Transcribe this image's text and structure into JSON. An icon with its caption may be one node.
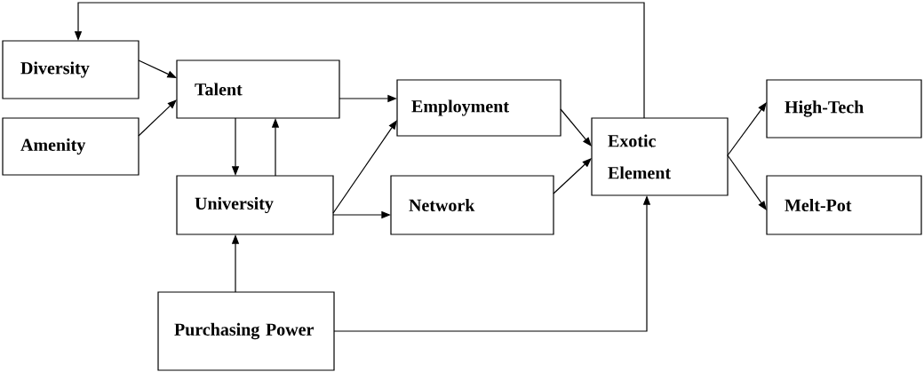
{
  "diagram": {
    "nodes": [
      {
        "text": [
          "Diversity"
        ]
      },
      {
        "text": [
          "Amenity"
        ]
      },
      {
        "text": [
          "Talent"
        ]
      },
      {
        "text": [
          "University"
        ]
      },
      {
        "text": [
          "Employment"
        ]
      },
      {
        "text": [
          "Network"
        ]
      },
      {
        "text": [
          "Exotic Element"
        ]
      },
      {
        "text": [
          "High-Tech"
        ]
      },
      {
        "text": [
          "Melt-Pot"
        ]
      },
      {
        "text": [
          "Purchasing Power"
        ]
      }
    ],
    "edges": [
      {
        "from": 0,
        "to": 2,
        "arrow": "to"
      },
      {
        "from": 1,
        "to": 2,
        "arrow": "to"
      },
      {
        "from": 2,
        "to": 3,
        "arrow": "to"
      },
      {
        "from": 3,
        "to": 2,
        "arrow": "to"
      },
      {
        "from": 2,
        "to": 4,
        "arrow": "to"
      },
      {
        "from": 3,
        "to": 4,
        "arrow": "to"
      },
      {
        "from": 3,
        "to": 5,
        "arrow": "to"
      },
      {
        "from": 4,
        "to": 6,
        "arrow": "to"
      },
      {
        "from": 5,
        "to": 6,
        "arrow": "to"
      },
      {
        "from": 6,
        "to": 7,
        "arrow": "to"
      },
      {
        "from": 6,
        "to": 8,
        "arrow": "to"
      },
      {
        "from": 6,
        "to": 0,
        "arrow": "to"
      },
      {
        "from": 9,
        "to": 3,
        "arrow": "to"
      },
      {
        "from": 9,
        "to": 6,
        "arrow": "to"
      }
    ]
  }
}
